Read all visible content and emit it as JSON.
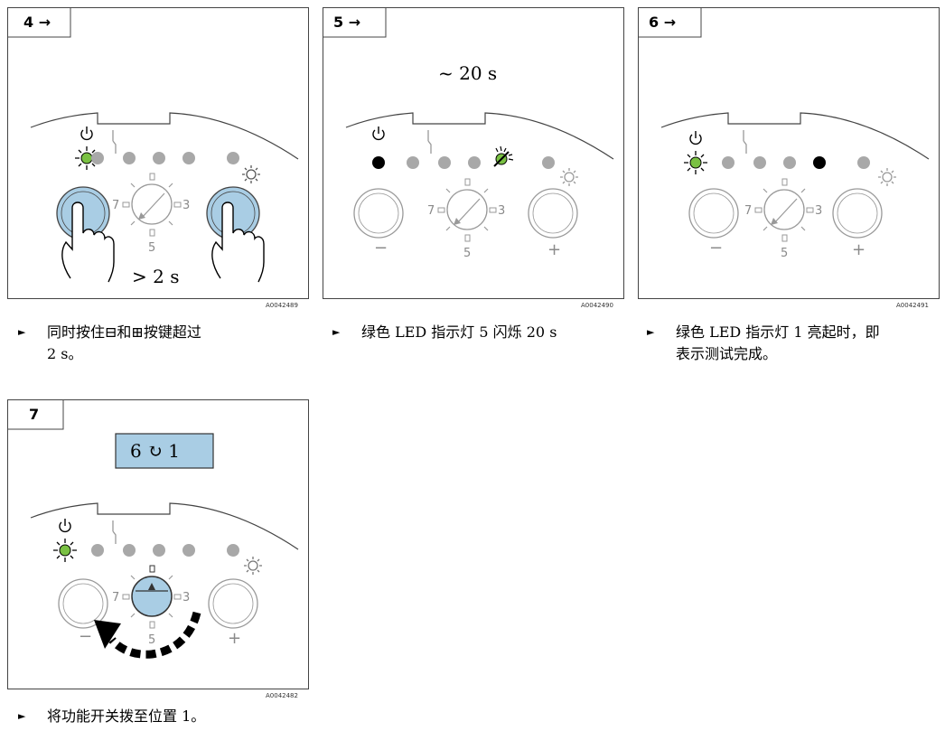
{
  "panels": [
    {
      "step": "4 →",
      "code": "A0042489",
      "caption": "同时按住⊟和⊞按键超过\n2 s。",
      "overlay_text": "> 2 s"
    },
    {
      "step": "5 →",
      "code": "A0042490",
      "caption": "绿色 LED 指示灯 5 闪烁 20 s",
      "overlay_text": "~ 20 s"
    },
    {
      "step": "6 →",
      "code": "A0042491",
      "caption": "绿色 LED 指示灯 1 亮起时，即\n表示测试完成。"
    },
    {
      "step": "7",
      "code": "A0042482",
      "caption": "将功能开关拨至位置 1。",
      "overlay_text": "6 ↻ 1"
    }
  ],
  "dial": {
    "left": "7",
    "right": "3",
    "bottom": "5"
  },
  "signs": {
    "minus": "−",
    "plus": "+"
  },
  "bullet": "►",
  "colors": {
    "green_led": "#7ac143",
    "gray_led": "#a8a8a8",
    "button_blue": "#a9cde4",
    "frame": "#444444"
  },
  "icons": [
    "power-icon",
    "fault-icon",
    "sun-icon",
    "hand-icon",
    "rotate-arrow-icon"
  ]
}
